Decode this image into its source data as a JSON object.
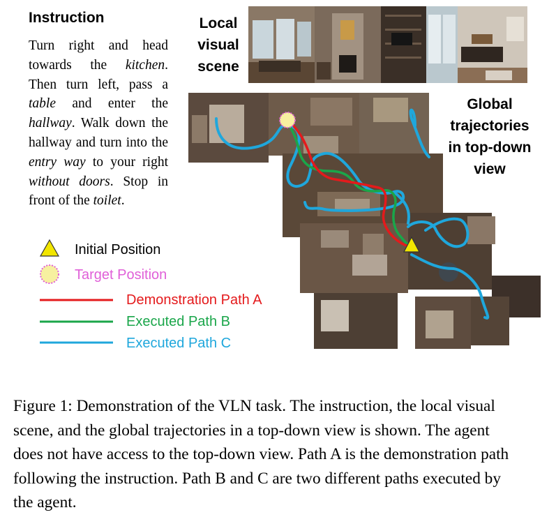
{
  "instruction": {
    "heading": "Instruction",
    "segments": [
      {
        "t": "Turn right and head towards the ",
        "i": false
      },
      {
        "t": "kitchen",
        "i": true
      },
      {
        "t": ". Then turn left, pass a ",
        "i": false
      },
      {
        "t": "table",
        "i": true
      },
      {
        "t": " and enter the ",
        "i": false
      },
      {
        "t": "hallway",
        "i": true
      },
      {
        "t": ". Walk down the hallway and turn into the ",
        "i": false
      },
      {
        "t": "entry way",
        "i": true
      },
      {
        "t": " to your right ",
        "i": false
      },
      {
        "t": "without doors",
        "i": true
      },
      {
        "t": ". Stop in front of the ",
        "i": false
      },
      {
        "t": "toilet",
        "i": true
      },
      {
        "t": ".",
        "i": false
      }
    ]
  },
  "local_scene": {
    "line1": "Local",
    "line2": "visual",
    "line3": "scene"
  },
  "global_view": {
    "line1": "Global",
    "line2": "trajectories",
    "line3": "in top-down",
    "line4": "view"
  },
  "legend": {
    "initial": "Initial Position",
    "target": "Target Position",
    "path_a": "Demonstration Path A",
    "path_b": "Executed Path B",
    "path_c": "Executed Path C"
  },
  "colors": {
    "path_a": "#e41a1c",
    "path_b": "#1aa64a",
    "path_c": "#1fa7dc",
    "target": "#e060d8",
    "initial": "#f2e600"
  },
  "caption": "Figure 1: Demonstration of the VLN task. The instruction, the local visual scene, and the global trajectories in a top-down view is shown. The agent does not have access to the top-down view. Path A is the demonstration path following the instruction. Path B and C are two different paths executed by the agent."
}
